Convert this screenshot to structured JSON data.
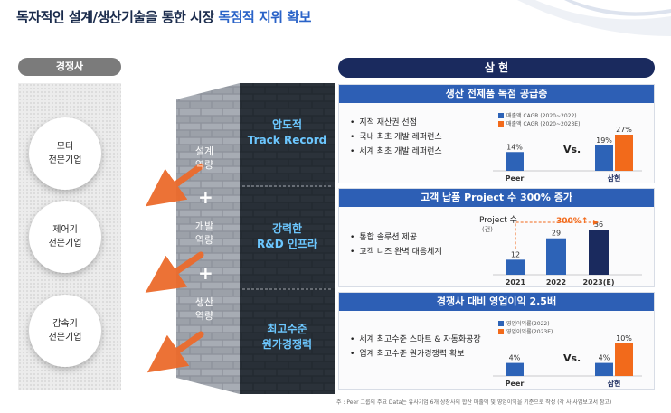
{
  "title": {
    "main": "독자적인 설계/생산기술을 통한 시장 ",
    "highlight": "독점적 지위 확보"
  },
  "competitor": {
    "label": "경쟁사",
    "items": [
      {
        "line1": "모터",
        "line2": "전문기업"
      },
      {
        "line1": "제어기",
        "line2": "전문기업"
      },
      {
        "line1": "감속기",
        "line2": "전문기업"
      }
    ]
  },
  "wall": {
    "capabilities": [
      {
        "line1": "설계",
        "line2": "역량"
      },
      {
        "line1": "개발",
        "line2": "역량"
      },
      {
        "line1": "생산",
        "line2": "역량"
      }
    ],
    "plus": "+",
    "strengths": [
      {
        "line1": "압도적",
        "line2": "Track Record"
      },
      {
        "line1": "강력한",
        "line2": "R&D 인프라"
      },
      {
        "line1": "최고수준",
        "line2": "원가경쟁력"
      }
    ]
  },
  "company": {
    "label": "삼 현"
  },
  "panels": [
    {
      "title": "생산 전제품 독점 공급중",
      "bullets": [
        "지적 재산권 선점",
        "국내 최초 개발 레퍼런스",
        "세계 최초 개발 레퍼런스"
      ],
      "legend": [
        "매출액 CAGR (2020~2022)",
        "매출액 CAGR (2020~2023E)"
      ],
      "vs": "Vs."
    },
    {
      "title": "고객 납품 Project 수 300% 증가",
      "bullets": [
        "통합 솔루션 제공",
        "고객 니즈 완벽 대응체계"
      ],
      "unit_label": "Project 수",
      "unit_sub": "(건)",
      "growth_label": "300%↑"
    },
    {
      "title": "경쟁사 대비 영업이익 2.5배",
      "bullets": [
        "세계 최고수준 스마트 & 자동화공장",
        "업계 최고수준 원가경쟁력 확보"
      ],
      "legend": [
        "영업이익률(2022)",
        "영업이익률(2023E)"
      ],
      "vs": "Vs."
    }
  ],
  "chart_data": [
    {
      "type": "bar",
      "categories": [
        "Peer",
        "삼현"
      ],
      "series": [
        {
          "name": "매출액 CAGR (2020~2022)",
          "values": [
            14,
            19
          ],
          "labels": [
            "14%",
            "19%"
          ]
        },
        {
          "name": "매출액 CAGR (2020~2023E)",
          "values": [
            null,
            27
          ],
          "labels": [
            "",
            "27%"
          ]
        }
      ],
      "colors": [
        "#2d63b7",
        "#f26a1b"
      ]
    },
    {
      "type": "bar",
      "categories": [
        "2021",
        "2022",
        "2023(E)"
      ],
      "values": [
        12,
        29,
        36
      ],
      "colors": [
        "#2d63b7",
        "#2d63b7",
        "#1a2a5e"
      ],
      "ylabel": "Project 수"
    },
    {
      "type": "bar",
      "categories": [
        "Peer",
        "삼현"
      ],
      "series": [
        {
          "name": "영업이익률(2022)",
          "values": [
            4,
            4
          ],
          "labels": [
            "4%",
            "4%"
          ]
        },
        {
          "name": "영업이익률(2023E)",
          "values": [
            null,
            10
          ],
          "labels": [
            "",
            "10%"
          ]
        }
      ],
      "colors": [
        "#2d63b7",
        "#f26a1b"
      ]
    }
  ],
  "footnote": "주 : Peer 그룹의 주요 Data는 유사기업 6개 상장사의 합산 매출액 및 영업이익을 기준으로 작성 (각 사 사업보고서 참고)"
}
